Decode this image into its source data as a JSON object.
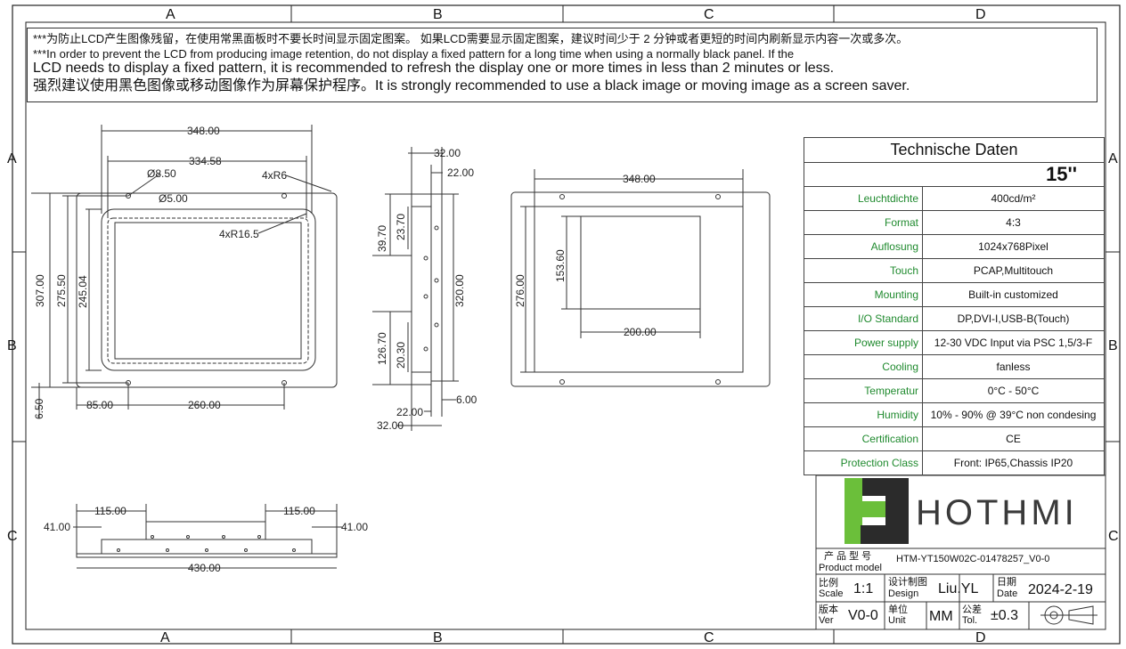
{
  "zones": {
    "cols": [
      "A",
      "B",
      "C",
      "D"
    ],
    "rows": [
      "A",
      "B",
      "C"
    ]
  },
  "notes": [
    "***为防止LCD产生图像残留，在使用常黑面板时不要长时间显示固定图案。 如果LCD需要显示固定图案，建议时间少于 2 分钟或者更短的时间内刷新显示内容一次或多次。",
    "***In order to prevent the LCD from producing image retention, do not display a fixed pattern for a long time when using a normally black panel. If the",
    "LCD needs to display a fixed pattern, it is recommended to refresh the display one or more times in less than 2 minutes or less.",
    "强烈建议使用黑色图像或移动图像作为屏幕保护程序。It is strongly recommended to use a black image or moving image as a screen saver."
  ],
  "front_view": {
    "w_total": "348.00",
    "w_holes": "334.58",
    "hole_d": "Ø8.50",
    "hole_d2": "Ø5.00",
    "r_outer": "4xR6",
    "r_inner": "4xR16.5",
    "h_total": "307.00",
    "h_holes": "275.50",
    "h_cutout": "245.04",
    "edge": "6.50",
    "hole_off": "85.00",
    "hole_span": "260.00"
  },
  "side_view": {
    "t1": "32.00",
    "t2": "22.00",
    "h1": "39.70",
    "h2": "23.70",
    "h_total": "320.00",
    "h3": "126.70",
    "h4": "20.30",
    "b1": "22.00",
    "b2": "6.00",
    "b3": "32.00"
  },
  "back_view": {
    "w": "348.00",
    "h": "276.00",
    "box_h": "153.60",
    "box_w": "200.00"
  },
  "bottom_view": {
    "off_l": "115.00",
    "off_r": "115.00",
    "h_l": "41.00",
    "h_r": "41.00",
    "w": "430.00"
  },
  "specs": {
    "title": "Technische Daten",
    "size": "15''",
    "rows": [
      {
        "key": "Leuchtdichte",
        "val": "400cd/m²"
      },
      {
        "key": "Format",
        "val": "4:3"
      },
      {
        "key": "Auflosung",
        "val": "1024x768Pixel"
      },
      {
        "key": "Touch",
        "val": "PCAP,Multitouch"
      },
      {
        "key": "Mounting",
        "val": "Built-in customized"
      },
      {
        "key": "I/O Standard",
        "val": "DP,DVI-I,USB-B(Touch)"
      },
      {
        "key": "Power supply",
        "val": "12-30 VDC Input via PSC 1,5/3-F"
      },
      {
        "key": "Cooling",
        "val": "fanless"
      },
      {
        "key": "Temperatur",
        "val": "0°C - 50°C"
      },
      {
        "key": "Humidity",
        "val": "10% - 90% @ 39°C non condesing"
      },
      {
        "key": "Certification",
        "val": "CE"
      },
      {
        "key": "Protection Class",
        "val": "Front: IP65,Chassis IP20"
      }
    ]
  },
  "logo": {
    "text": "HOTHMI"
  },
  "title_block": {
    "model_cn": "产 品 型 号",
    "model_en": "Product model",
    "model": "HTM-YT150W02C-01478257_V0-0",
    "scale_cn": "比例",
    "scale_en": "Scale",
    "scale": "1:1",
    "design_cn": "设计制图",
    "design_en": "Design",
    "designer": "Liu.YL",
    "date_cn": "日期",
    "date_en": "Date",
    "date": "2024-2-19",
    "ver_cn": "版本",
    "ver_en": "Ver",
    "ver": "V0-0",
    "unit_cn": "单位",
    "unit_en": "Unit",
    "unit": "MM",
    "tol_cn": "公差",
    "tol_en": "Tol.",
    "tol": "±0.3"
  },
  "colors": {
    "spec_key": "#1f8a2e",
    "logo_green": "#6bbf3a",
    "logo_dark": "#2b2b2b"
  }
}
